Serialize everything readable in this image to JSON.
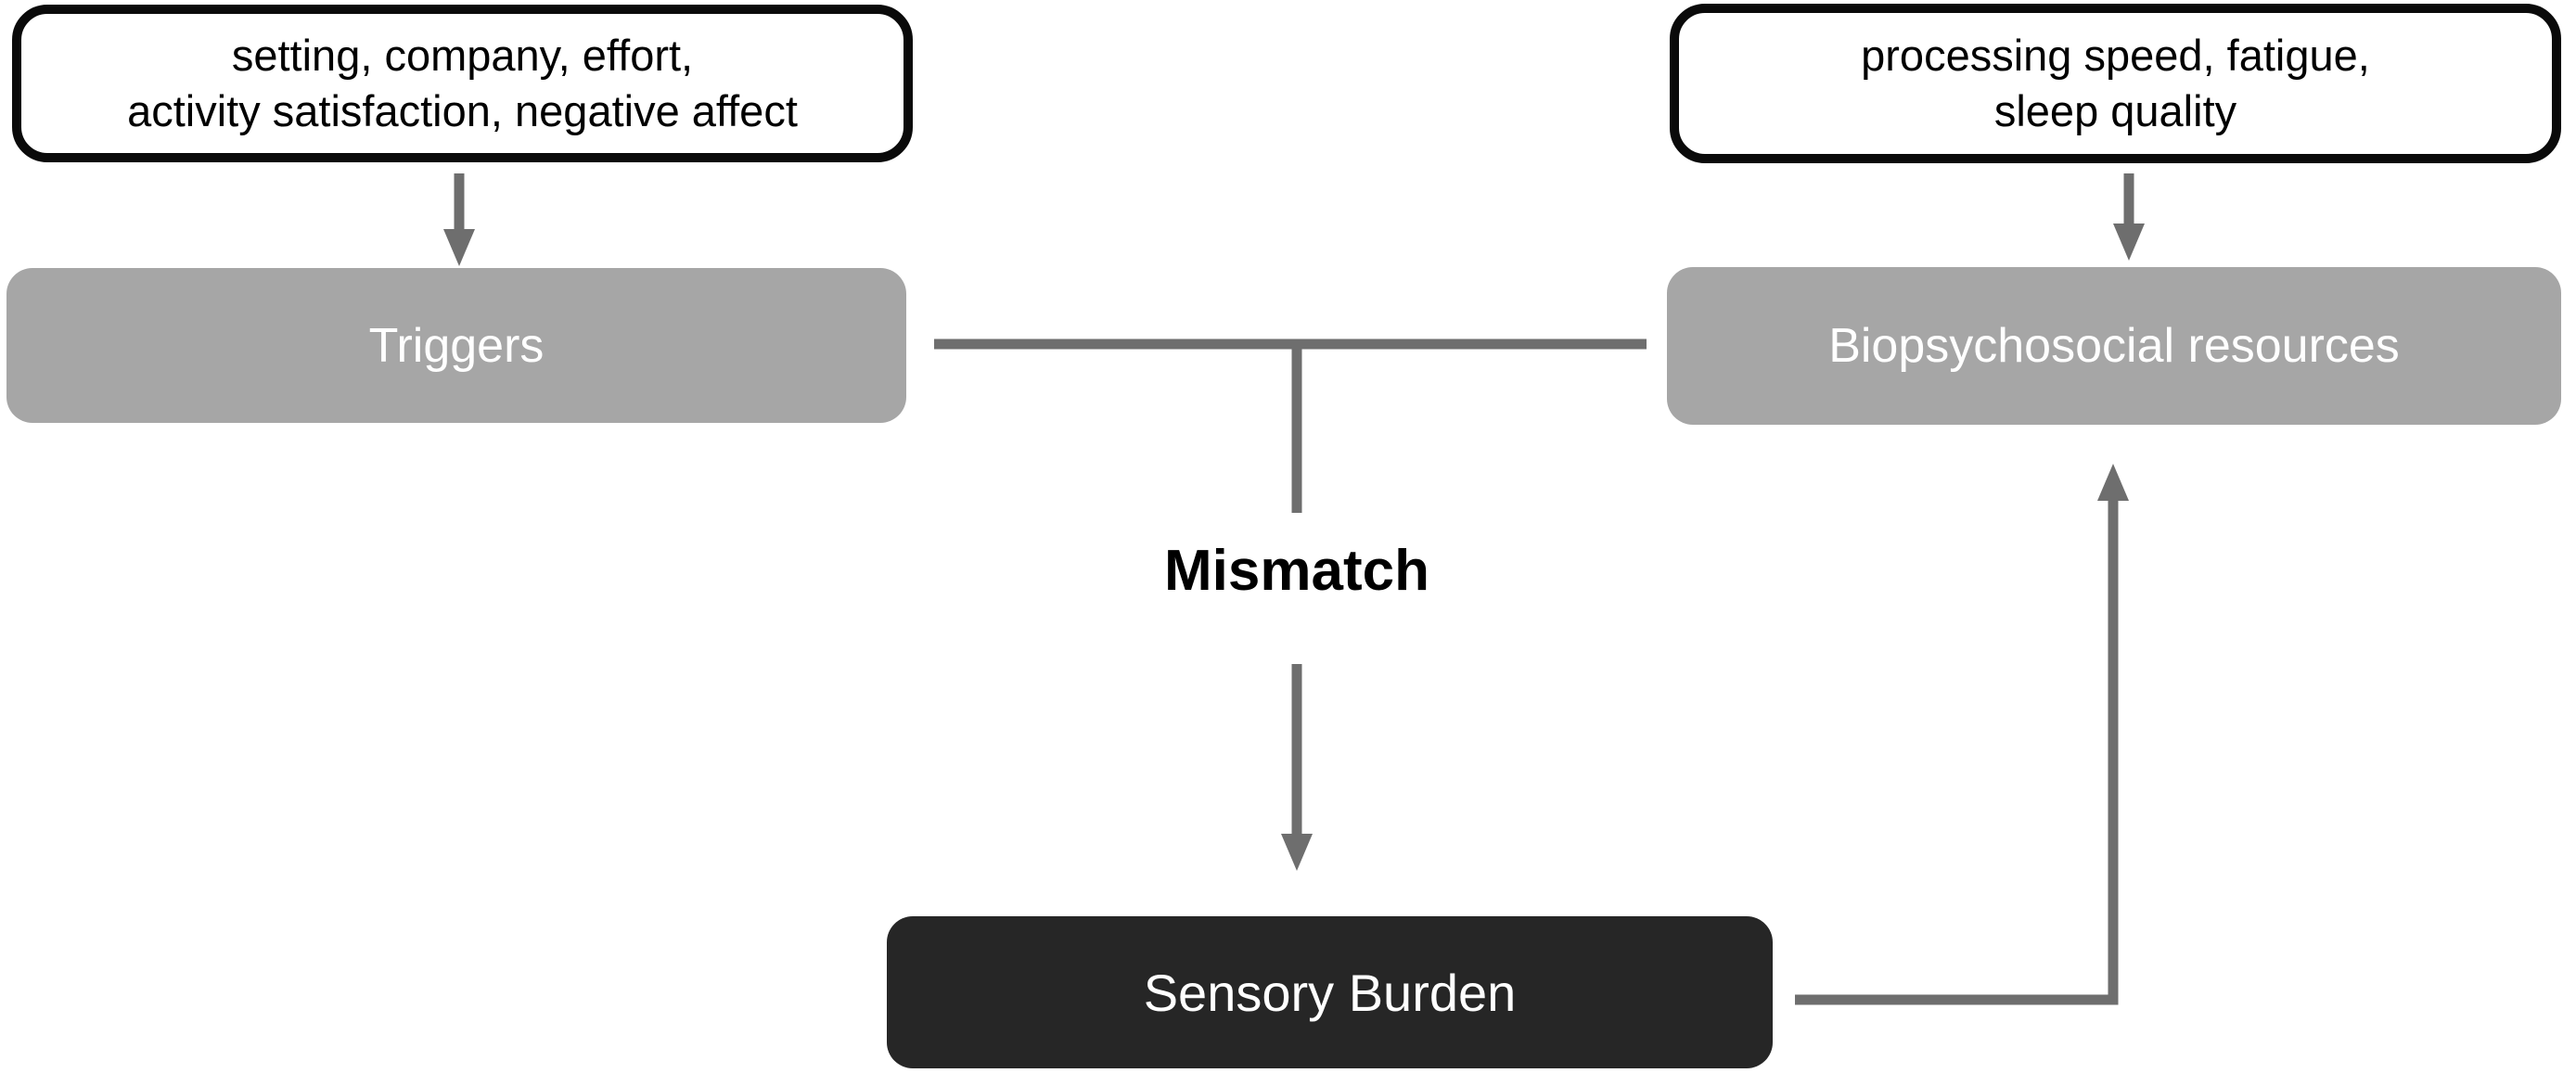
{
  "colors": {
    "background": "#ffffff",
    "node_gray": "#a6a6a6",
    "node_dark": "#262626",
    "arrow": "#6e6e6e",
    "outline": "#0a0a0a",
    "text_light": "#ffffff",
    "text_dark": "#000000"
  },
  "nodes": {
    "trigger_factors": {
      "line1": "setting, company, effort,",
      "line2": "activity satisfaction, negative affect"
    },
    "resource_factors": {
      "line1": "processing speed, fatigue,",
      "line2": "sleep quality"
    },
    "triggers": {
      "label": "Triggers"
    },
    "resources": {
      "label": "Biopsychosocial resources"
    },
    "mismatch": {
      "label": "Mismatch"
    },
    "sensory_burden": {
      "label": "Sensory Burden"
    }
  }
}
